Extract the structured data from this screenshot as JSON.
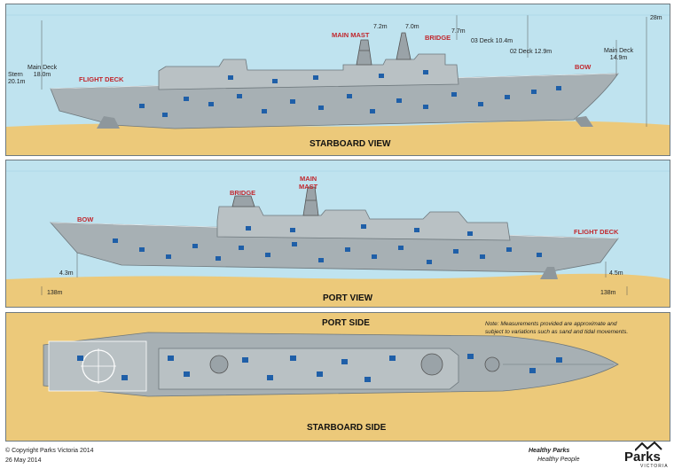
{
  "starboard": {
    "view_label": "STARBOARD VIEW",
    "measures": {
      "depth": "28m",
      "stern": "Stern\n20.1m",
      "main_deck_aft": "Main Deck\n18.0m",
      "mast_top": "7.2m",
      "mast_2": "7.0m",
      "mast_3": "7.7m",
      "deck_03": "03 Deck 10.4m",
      "deck_02": "02 Deck 12.9m",
      "main_deck_bow": "Main Deck\n14.9m"
    },
    "labels": {
      "flight_deck": "FLIGHT DECK",
      "main_mast": "MAIN MAST",
      "bridge": "BRIDGE",
      "bow": "BOW"
    }
  },
  "port": {
    "view_label": "PORT VIEW",
    "labels": {
      "bow": "BOW",
      "bridge": "BRIDGE",
      "main_mast": "MAIN\nMAST",
      "flight_deck": "FLIGHT DECK"
    },
    "measures": {
      "bow_height": "4.3m",
      "stern_height": "4.5m",
      "length_left": "138m",
      "length_right": "138m"
    }
  },
  "top": {
    "port_side": "PORT SIDE",
    "starboard_side": "STARBOARD SIDE",
    "note": "Note: Measurements provided are approximate and\nsubject to variations such as sand and tidal movements."
  },
  "footer": {
    "copyright": "© Copyright Parks Victoria 2014",
    "date": "26 May 2014",
    "tagline_1": "Healthy Parks",
    "tagline_2": "Healthy People",
    "brand": "Parks",
    "brand_sub": "VICTORIA"
  },
  "colors": {
    "water": "#bfe3ef",
    "sand": "#ecc97a",
    "hull": "#a7b0b4",
    "superstructure": "#b9c1c4",
    "window": "#1f5fa8",
    "label_red": "#c1272d"
  }
}
